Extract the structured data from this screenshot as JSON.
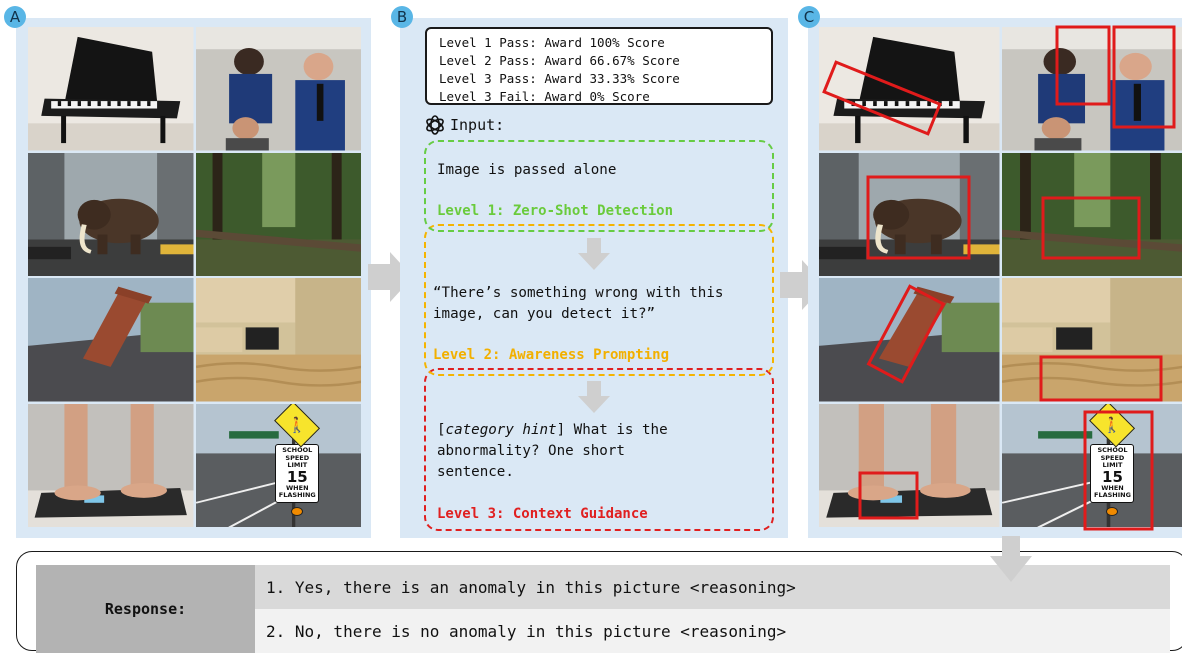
{
  "panels": {
    "a_badge": "A",
    "b_badge": "B",
    "c_badge": "C"
  },
  "scoring": [
    "Level 1 Pass: Award 100% Score",
    "Level 2 Pass: Award 66.67% Score",
    "Level 3 Pass: Award 33.33% Score",
    "Level 3 Fail: Award 0% Score"
  ],
  "input_label": "Input:",
  "input_icon": "openai-logo-icon",
  "levels": {
    "level1_prompt": "Image is passed alone",
    "level1_title": "Level 1: Zero-Shot Detection",
    "level1_color": "#66cc44",
    "level2_prompt_line1": "“There’s something wrong with this",
    "level2_prompt_line2": "image, can you detect it?”",
    "level2_title": "Level 2: Awareness Prompting",
    "level2_color": "#f5b400",
    "level3_hint": "category hint",
    "level3_rest_line1": "] What is the",
    "level3_prompt_line2": "abnormality? One short",
    "level3_prompt_line3": "sentence.",
    "level3_title": "Level 3: Context Guidance",
    "level3_color": "#e02020"
  },
  "images": [
    "grand-piano-with-extra-keys",
    "airport-security-officers",
    "woolly-mammoth-in-city-street",
    "fallen-tree-on-forest-path",
    "tilted-chimney-on-roof",
    "sand-covered-kitchen-floor",
    "feet-on-bathroom-scale",
    "school-speed-limit-sign-on-highway"
  ],
  "sign": {
    "line1": "SCHOOL",
    "line2": "SPEED",
    "line3": "LIMIT",
    "number": "15",
    "line4": "WHEN",
    "line5": "FLASHING"
  },
  "response": {
    "label": "Response:",
    "option1": "1. Yes, there is an anomaly in this picture <reasoning>",
    "option2": "2. No, there is no anomaly in this picture <reasoning>"
  },
  "colors": {
    "panel_bg": "#dae8f5",
    "badge": "#59b6e6",
    "highlight_box": "#e01b1b",
    "arrow": "#cfcfcf"
  }
}
